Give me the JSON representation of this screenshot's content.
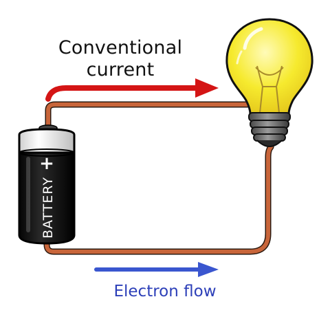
{
  "labels": {
    "conventional_line1": "Conventional",
    "conventional_line2": "current",
    "electron_flow": "Electron flow",
    "battery": "BATTERY",
    "battery_plus": "+"
  },
  "colors": {
    "conventional_arrow": "#d41515",
    "electron_arrow": "#3a56cf",
    "wire": "#c8653a",
    "battery_body": "#111111",
    "battery_top": "#e8e8e8",
    "bulb_glass": "#f4e52a",
    "bulb_base": "#6e6e6e"
  }
}
